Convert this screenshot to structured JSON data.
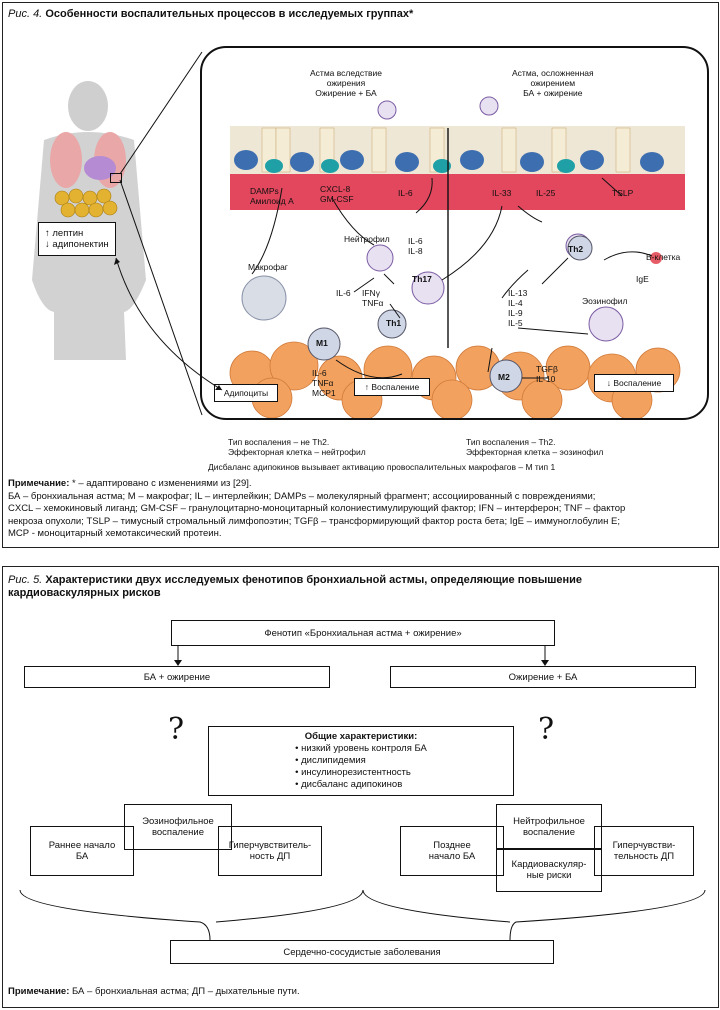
{
  "fig4": {
    "label": "Рис. 4.",
    "title": "Особенности воспалительных процессов в исследуемых группах*",
    "header_left": [
      "Астма вследствие",
      "ожирения",
      "Ожирение + БА"
    ],
    "header_right": [
      "Астма, осложненная",
      "ожирением",
      "БА + ожирение"
    ],
    "leptin_box": [
      "↑ лептин",
      "↓ адипонектин"
    ],
    "labels": {
      "damps": [
        "DAMPs",
        "Амилоид А"
      ],
      "cxcl8": [
        "CXCL-8",
        "GM-CSF"
      ],
      "il6_top": "IL-6",
      "il33": "IL-33",
      "il25": "IL-25",
      "tslp": "TSLP",
      "neutrophil": "Нейтрофил",
      "il6_il8": [
        "IL-6",
        "IL-8"
      ],
      "th17": "Th17",
      "th2": "Th2",
      "b_cell": "В-клетка",
      "ige": "IgE",
      "macrophage": "Макрофаг",
      "il6_left": "IL-6",
      "ifn_tnf": [
        "IFNγ",
        "TNFα"
      ],
      "th1": "Th1",
      "m1": "M1",
      "cytokines_right": [
        "IL-13",
        "IL-4",
        "IL-9",
        "IL-5"
      ],
      "eosinophil": "Эозинофил",
      "m2": "M2",
      "tgf_il10": [
        "TGFβ",
        "IL-10"
      ],
      "adipocytes": "Адипоциты",
      "m1_cytokines": [
        "IL-6",
        "TNFα",
        "MCP1"
      ],
      "inflam_up": "↑ Воспаление",
      "inflam_down": "↓ Воспаление"
    },
    "type_left": [
      "Тип воспаления – не Th2.",
      "Эффекторная клетка – нейтрофил"
    ],
    "type_right": [
      "Тип воспаления – Th2.",
      "Эффекторная клетка – эозинофил"
    ],
    "imbalance": "Дисбаланс адипокинов вызывает активацию провоспалительных макрофагов – М тип 1",
    "note_label": "Примечание:",
    "note_first": " * – адаптировано с изменениями из [29].",
    "note_lines": [
      "БА – бронхиальная астма; M – макрофаг; IL – интерлейкин; DAMPs – молекулярный фрагмент; ассоциированный с повреждениями;",
      "CXCL – хемокиновый лиганд; GM-CSF – гранулоцитарно-моноцитарный колониестимулирующий фактор; IFN – интерферон; TNF – фактор",
      "некроза опухоли; TSLP – тимусный стромальный лимфопоэтин; TGFβ – трансформирующий фактор роста бета; IgE – иммуноглобулин Е;",
      "МСР - моноцитарный хемотаксический протеин."
    ]
  },
  "fig5": {
    "label": "Рис. 5.",
    "title_lines": [
      "Характеристики двух исследуемых фенотипов бронхиальной астмы, определяющие повышение",
      "кардиоваскулярных рисков"
    ],
    "phenotype": "Фенотип «Бронхиальная астма + ожирение»",
    "left_group": "БА + ожирение",
    "right_group": "Ожирение + БА",
    "question": "?",
    "common_title": "Общие характеристики:",
    "common_items": [
      "низкий уровень контроля БА",
      "дислипидемия",
      "инсулинорезистентность",
      "дисбаланс адипокинов"
    ],
    "early_onset": [
      "Раннее начало",
      "БА"
    ],
    "eosinophilic": [
      "Эозинофильное",
      "воспаление"
    ],
    "hyper_left": [
      "Гиперчувствитель-",
      "ность ДП"
    ],
    "late_onset": [
      "Позднее",
      "начало БА"
    ],
    "neutrophilic": [
      "Нейтрофильное",
      "воспаление"
    ],
    "cardio_risk": [
      "Кардиоваскуляр-",
      "ные риски"
    ],
    "hyper_right": [
      "Гиперчувстви-",
      "тельность ДП"
    ],
    "cvd": "Сердечно-сосудистые заболевания",
    "note_label": "Примечание:",
    "note_text": " БА – бронхиальная астма; ДП – дыхательные пути."
  }
}
